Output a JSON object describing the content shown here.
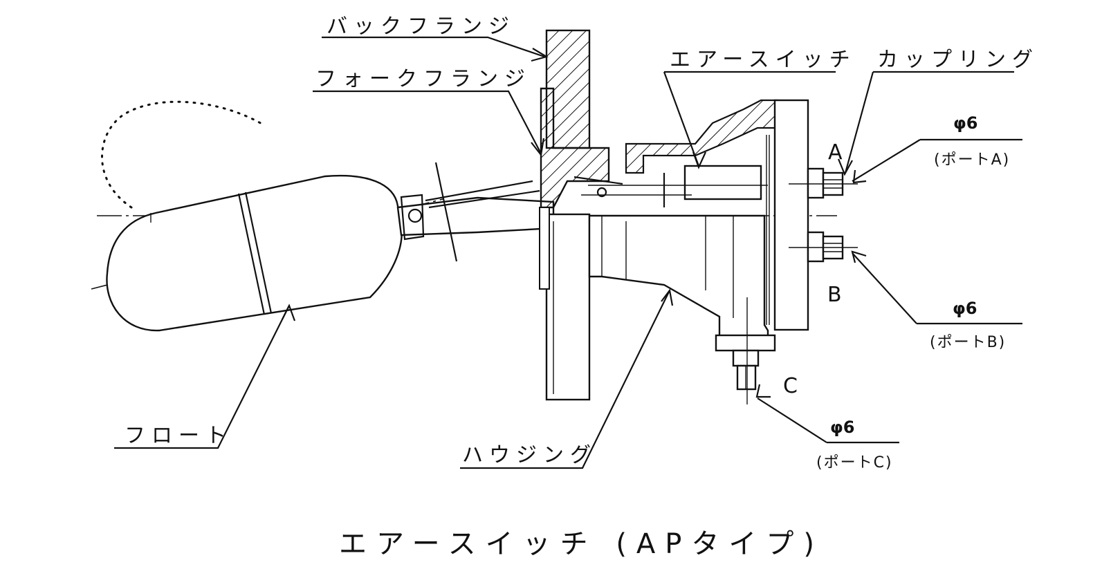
{
  "labels": {
    "back_flange": "バックフランジ",
    "fork_flange": "フォークフランジ",
    "air_switch": "エアースイッチ",
    "coupling": "カップリング",
    "float": "フロート",
    "housing": "ハウジング"
  },
  "ports": {
    "a": {
      "letter": "A",
      "diameter": "φ6",
      "name": "(ポートA)"
    },
    "b": {
      "letter": "B",
      "diameter": "φ6",
      "name": "(ポートB)"
    },
    "c": {
      "letter": "C",
      "diameter": "φ6",
      "name": "(ポートC)"
    }
  },
  "caption": "エアースイッチ (APタイプ)"
}
